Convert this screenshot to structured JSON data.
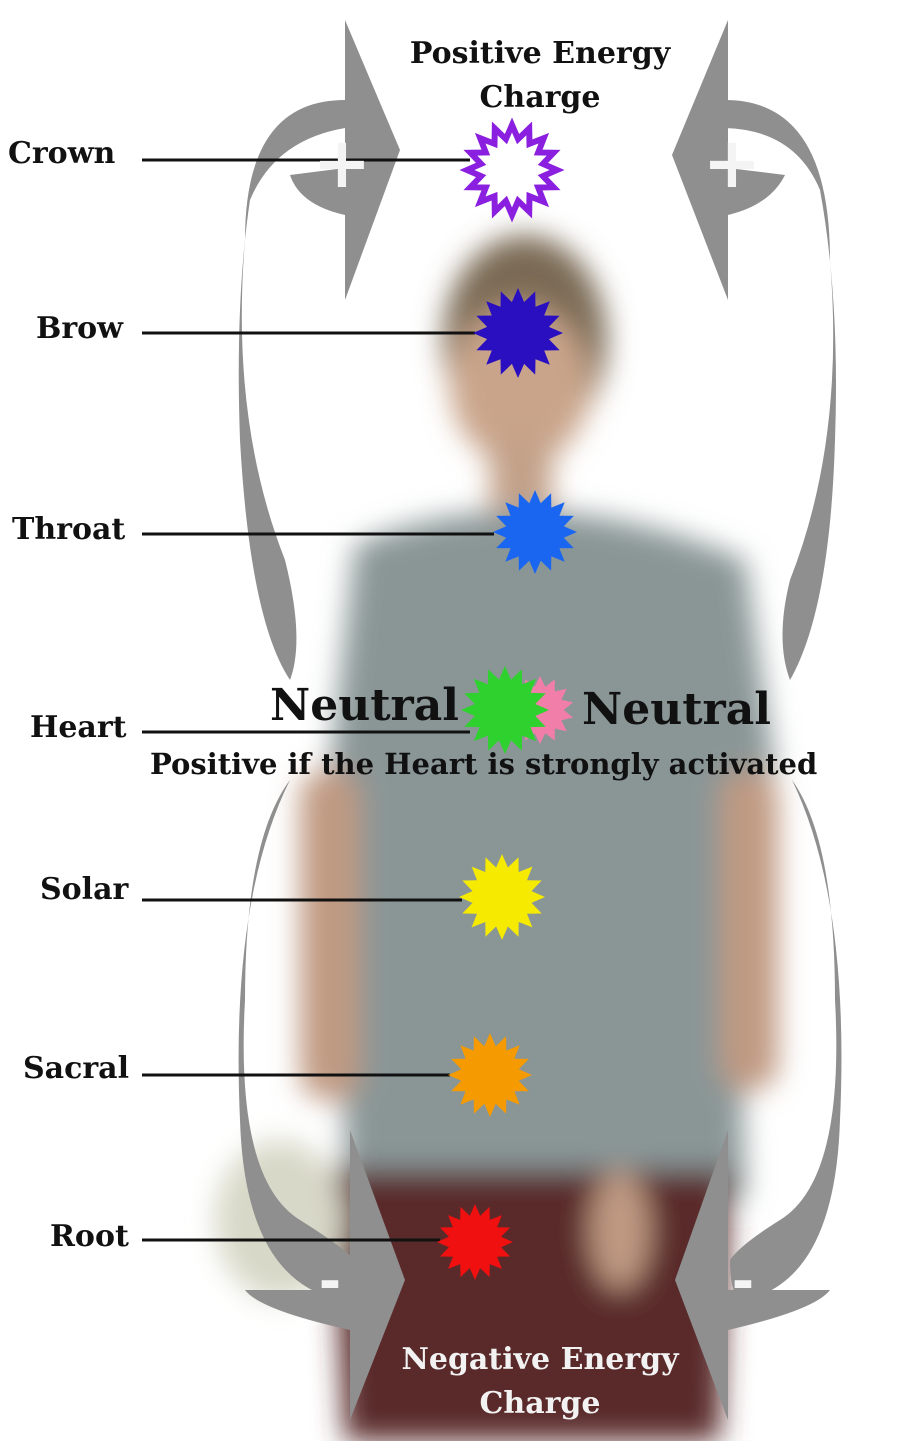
{
  "top_charge": {
    "line1": "Positive Energy",
    "line2": "Charge"
  },
  "bottom_charge": {
    "line1": "Negative Energy",
    "line2": "Charge"
  },
  "plus_sign": "+",
  "minus_sign": "-",
  "chakras": [
    {
      "label": "Crown",
      "color": "#8a1fe0",
      "outline": true
    },
    {
      "label": "Brow",
      "color": "#2a0fc0"
    },
    {
      "label": "Throat",
      "color": "#1a66f0"
    },
    {
      "label": "Heart",
      "color": "#2ed12e",
      "secondary_color": "#f07ea8"
    },
    {
      "label": "Solar",
      "color": "#f5ea00"
    },
    {
      "label": "Sacral",
      "color": "#f59a00"
    },
    {
      "label": "Root",
      "color": "#f01010"
    }
  ],
  "heart": {
    "left_state": "Neutral",
    "right_state": "Neutral",
    "note": "Positive if the Heart is strongly activated"
  },
  "colors": {
    "arrow": "#8f8f8f",
    "figure_shirt": "#8a9696",
    "figure_shorts": "#5a2a2a",
    "figure_skin": "#c9a48a"
  }
}
